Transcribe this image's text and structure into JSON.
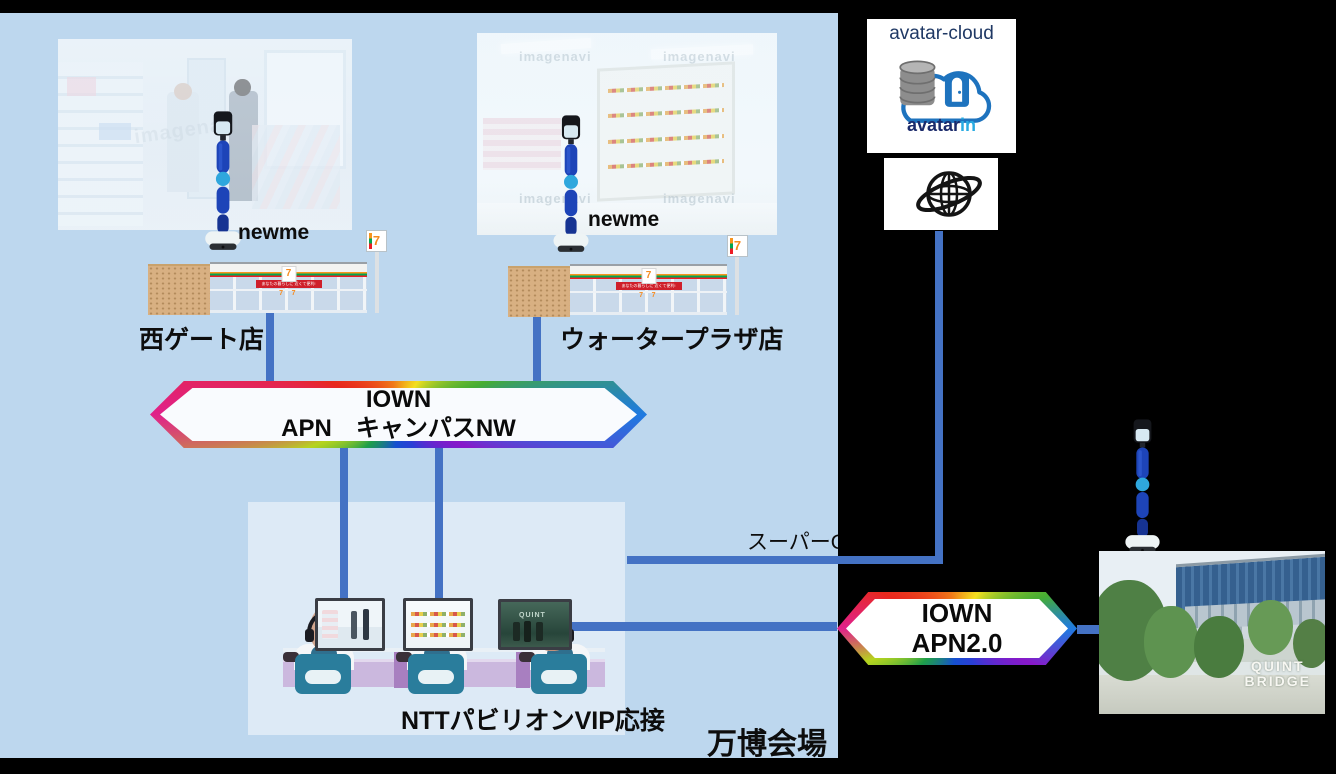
{
  "expo": {
    "label": "万博会場"
  },
  "sites": {
    "west_gate": {
      "store_label": "西ゲート店",
      "robot_label": "newme"
    },
    "water_plaza": {
      "store_label": "ウォータープラザ店",
      "robot_label": "newme"
    }
  },
  "store_sign": {
    "banner": "あなたの暮らしに 近くて便利!",
    "logo": "7",
    "flag": "7"
  },
  "campus_network": {
    "line1": "IOWN",
    "line2": "APN　キャンパスNW"
  },
  "vip_room": {
    "label": "NTTパビリオンVIP応接"
  },
  "ocn_link": {
    "label": "スーパーOC"
  },
  "apn20": {
    "line1": "IOWN",
    "line2": "APN2.0"
  },
  "avatar_cloud": {
    "title": "avatar-cloud",
    "brand": "avatar",
    "brand_suffix": "in"
  },
  "building": {
    "sign_top": "QUINT",
    "sign_bottom": "BRIDGE"
  },
  "monitors": {
    "m3_text": "QUINT"
  },
  "watermark": "imagenavi",
  "colors": {
    "expo_bg": "#BDD7EE",
    "vip_bg": "#DDEAF6",
    "connector": "#4472C4",
    "navy": "#1F3864",
    "brand_blue": "#29ABE2",
    "seven_orange": "#F7941D",
    "seven_green": "#00A650",
    "seven_red": "#ED1C24"
  }
}
